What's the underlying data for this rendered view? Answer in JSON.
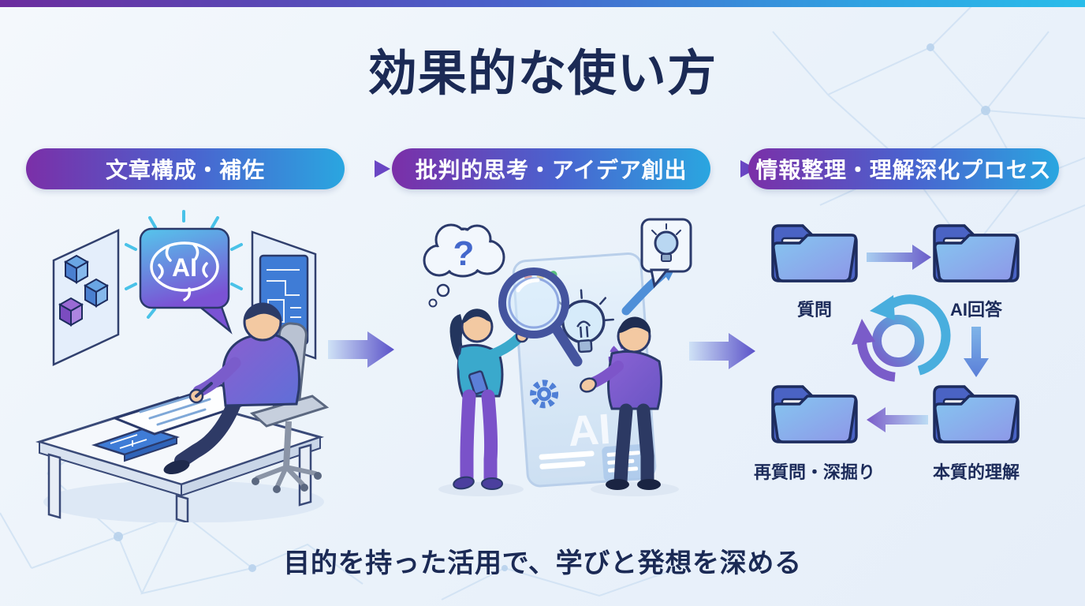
{
  "slide": {
    "title": "効果的な使い方",
    "caption": "目的を持った活用で、学びと発想を深める"
  },
  "pills": [
    {
      "label": "文章構成・補佐"
    },
    {
      "label": "批判的思考・アイデア創出"
    },
    {
      "label": "情報整理・理解深化プロセス"
    }
  ],
  "scene_writing": {
    "ai_label": "AI"
  },
  "scene_analysis": {
    "ai_label": "AI",
    "question_mark": "?"
  },
  "scene_cycle": {
    "nodes": [
      {
        "label": "質問"
      },
      {
        "label": "AI回答"
      },
      {
        "label": "本質的理解"
      },
      {
        "label": "再質問・深掘り"
      }
    ]
  },
  "icons": [
    "ai-brain-speech-bubble-icon",
    "cubes-panel-icon",
    "blueprint-panel-icon",
    "question-thought-bubble-icon",
    "magnifier-icon",
    "lightbulb-icon",
    "gear-icon",
    "idea-speech-bubble-icon",
    "folder-icon",
    "cycle-refresh-icon",
    "flow-arrow-icon"
  ],
  "colors": {
    "accent_purple": "#7b2fa8",
    "accent_blue": "#4a63cf",
    "accent_cyan": "#2aa6e0",
    "title_navy": "#1b2a55",
    "background": "#eaf2fa"
  }
}
